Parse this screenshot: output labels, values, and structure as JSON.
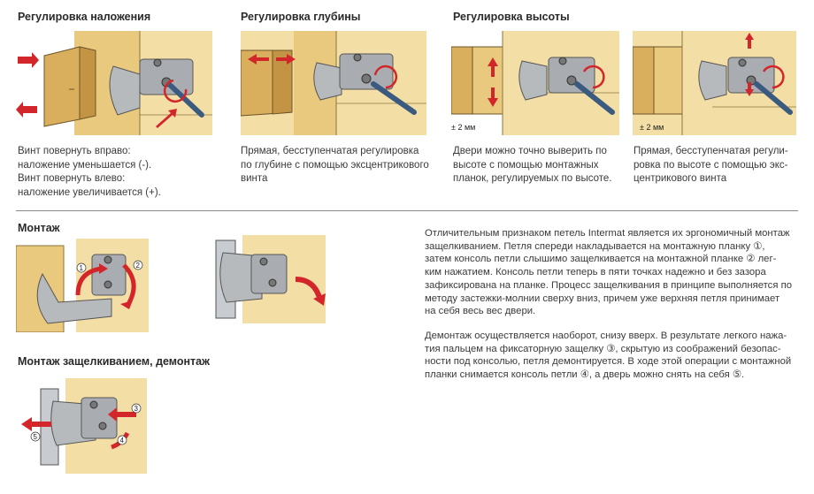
{
  "adjustments": [
    {
      "title": "Регулировка наложения",
      "caption": [
        "Винт повернуть вправо:",
        "наложение уменьшается (-).",
        "Винт повернуть влево:",
        "наложение увеличивается (+)."
      ]
    },
    {
      "title": "Регулировка глубины",
      "caption": [
        "Прямая, бесступенчатая регулировка",
        "по глубине с помощью эксцентрикового",
        "винта"
      ]
    },
    {
      "title": "Регулировка высоты",
      "caption": [
        "Двери можно точно выверить по",
        "высоте с помощью монтажных",
        "планок, регулируемых по высоте."
      ]
    },
    {
      "title": "",
      "caption": [
        "Прямая, бесступенчатая регули-",
        "ровка по высоте с помощью экс-",
        "центрикового винта"
      ]
    }
  ],
  "height_marks": [
    "± 2 мм",
    "± 2 мм"
  ],
  "mounting": {
    "title": "Монтаж",
    "snap_title": "Монтаж защелкиванием, демонтаж",
    "step_numbers": [
      "1",
      "2",
      "3",
      "4",
      "5"
    ]
  },
  "description": {
    "paragraph1": [
      "Отличительным признаком петель Intermat является их эргономичный монтаж",
      "защелкиванием. Петля спереди накладывается на монтажную планку ①,",
      "затем консоль петли слышимо защелкивается на монтажной планке ② лег-",
      "ким нажатием. Консоль петли теперь в пяти точках надежно и без зазора",
      "зафиксирована на планке. Процесс защелкивания в принципе выполняется по",
      "методу застежки-молнии сверху вниз, причем уже верхняя петля принимает",
      "на себя весь вес двери."
    ],
    "paragraph2": [
      "Демонтаж осуществляется наоборот, снизу вверх. В результате легкого нажа-",
      "тия пальцем на фиксаторную защелку ③, скрытую из соображений безопас-",
      "ности под консолью, петля демонтируется. В ходе этой операции с монтажной",
      "планки снимается консоль петли ④, а дверь можно снять на себя ⑤."
    ]
  },
  "colors": {
    "panel": "#e9c97d",
    "wall": "#f3dfa6",
    "arrow": "#d3262b",
    "metal": "#9fa3a7"
  }
}
